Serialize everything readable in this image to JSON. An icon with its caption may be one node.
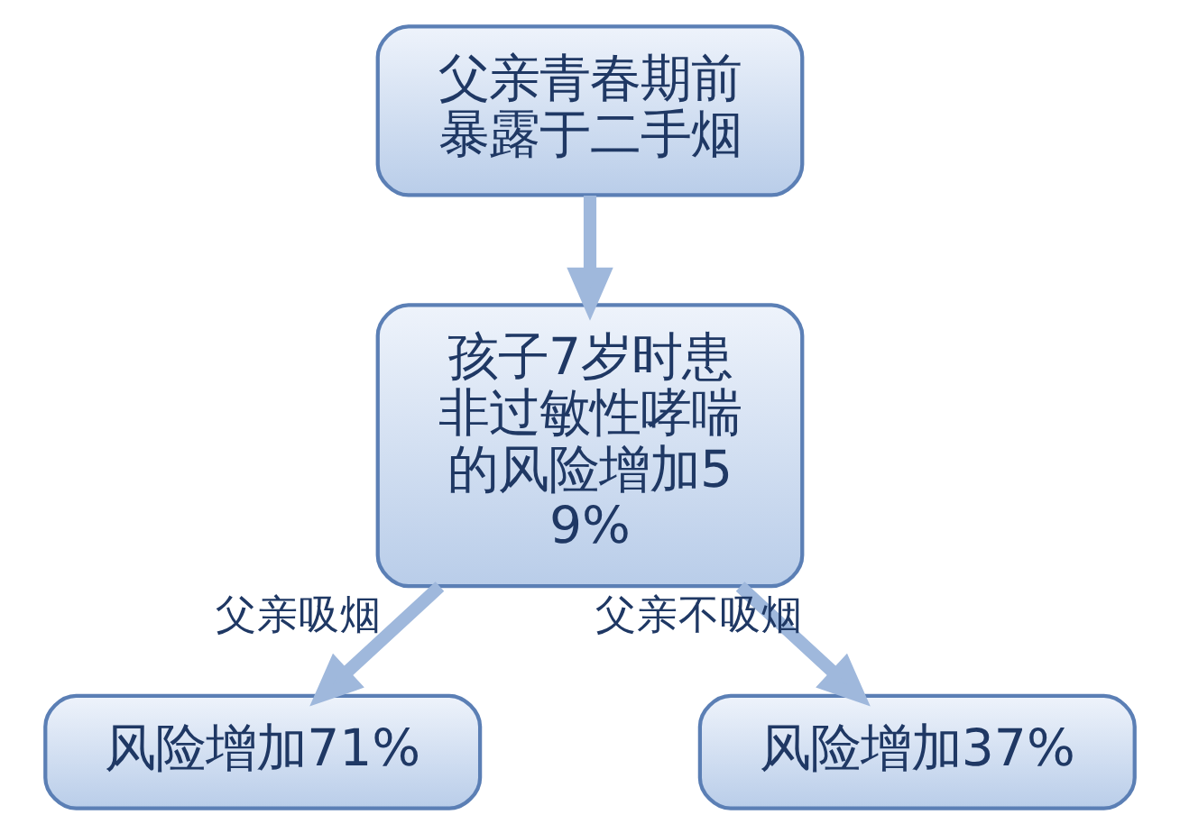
{
  "diagram": {
    "nodes": [
      {
        "text": [
          "父亲青春期前暴露于二手烟"
        ]
      },
      {
        "text": [
          "孩子7岁时患非过敏性哮喘的风险增加59%"
        ]
      },
      {
        "text": [
          "风险增加71%"
        ]
      },
      {
        "text": [
          "风险增加37%"
        ]
      }
    ],
    "edges": [
      {
        "from": 0,
        "to": 1,
        "arrow": "to"
      },
      {
        "from": 1,
        "to": 2,
        "arrow": "to",
        "label": "父亲吸烟"
      },
      {
        "from": 1,
        "to": 3,
        "arrow": "to",
        "label": "父亲不吸烟"
      }
    ]
  }
}
